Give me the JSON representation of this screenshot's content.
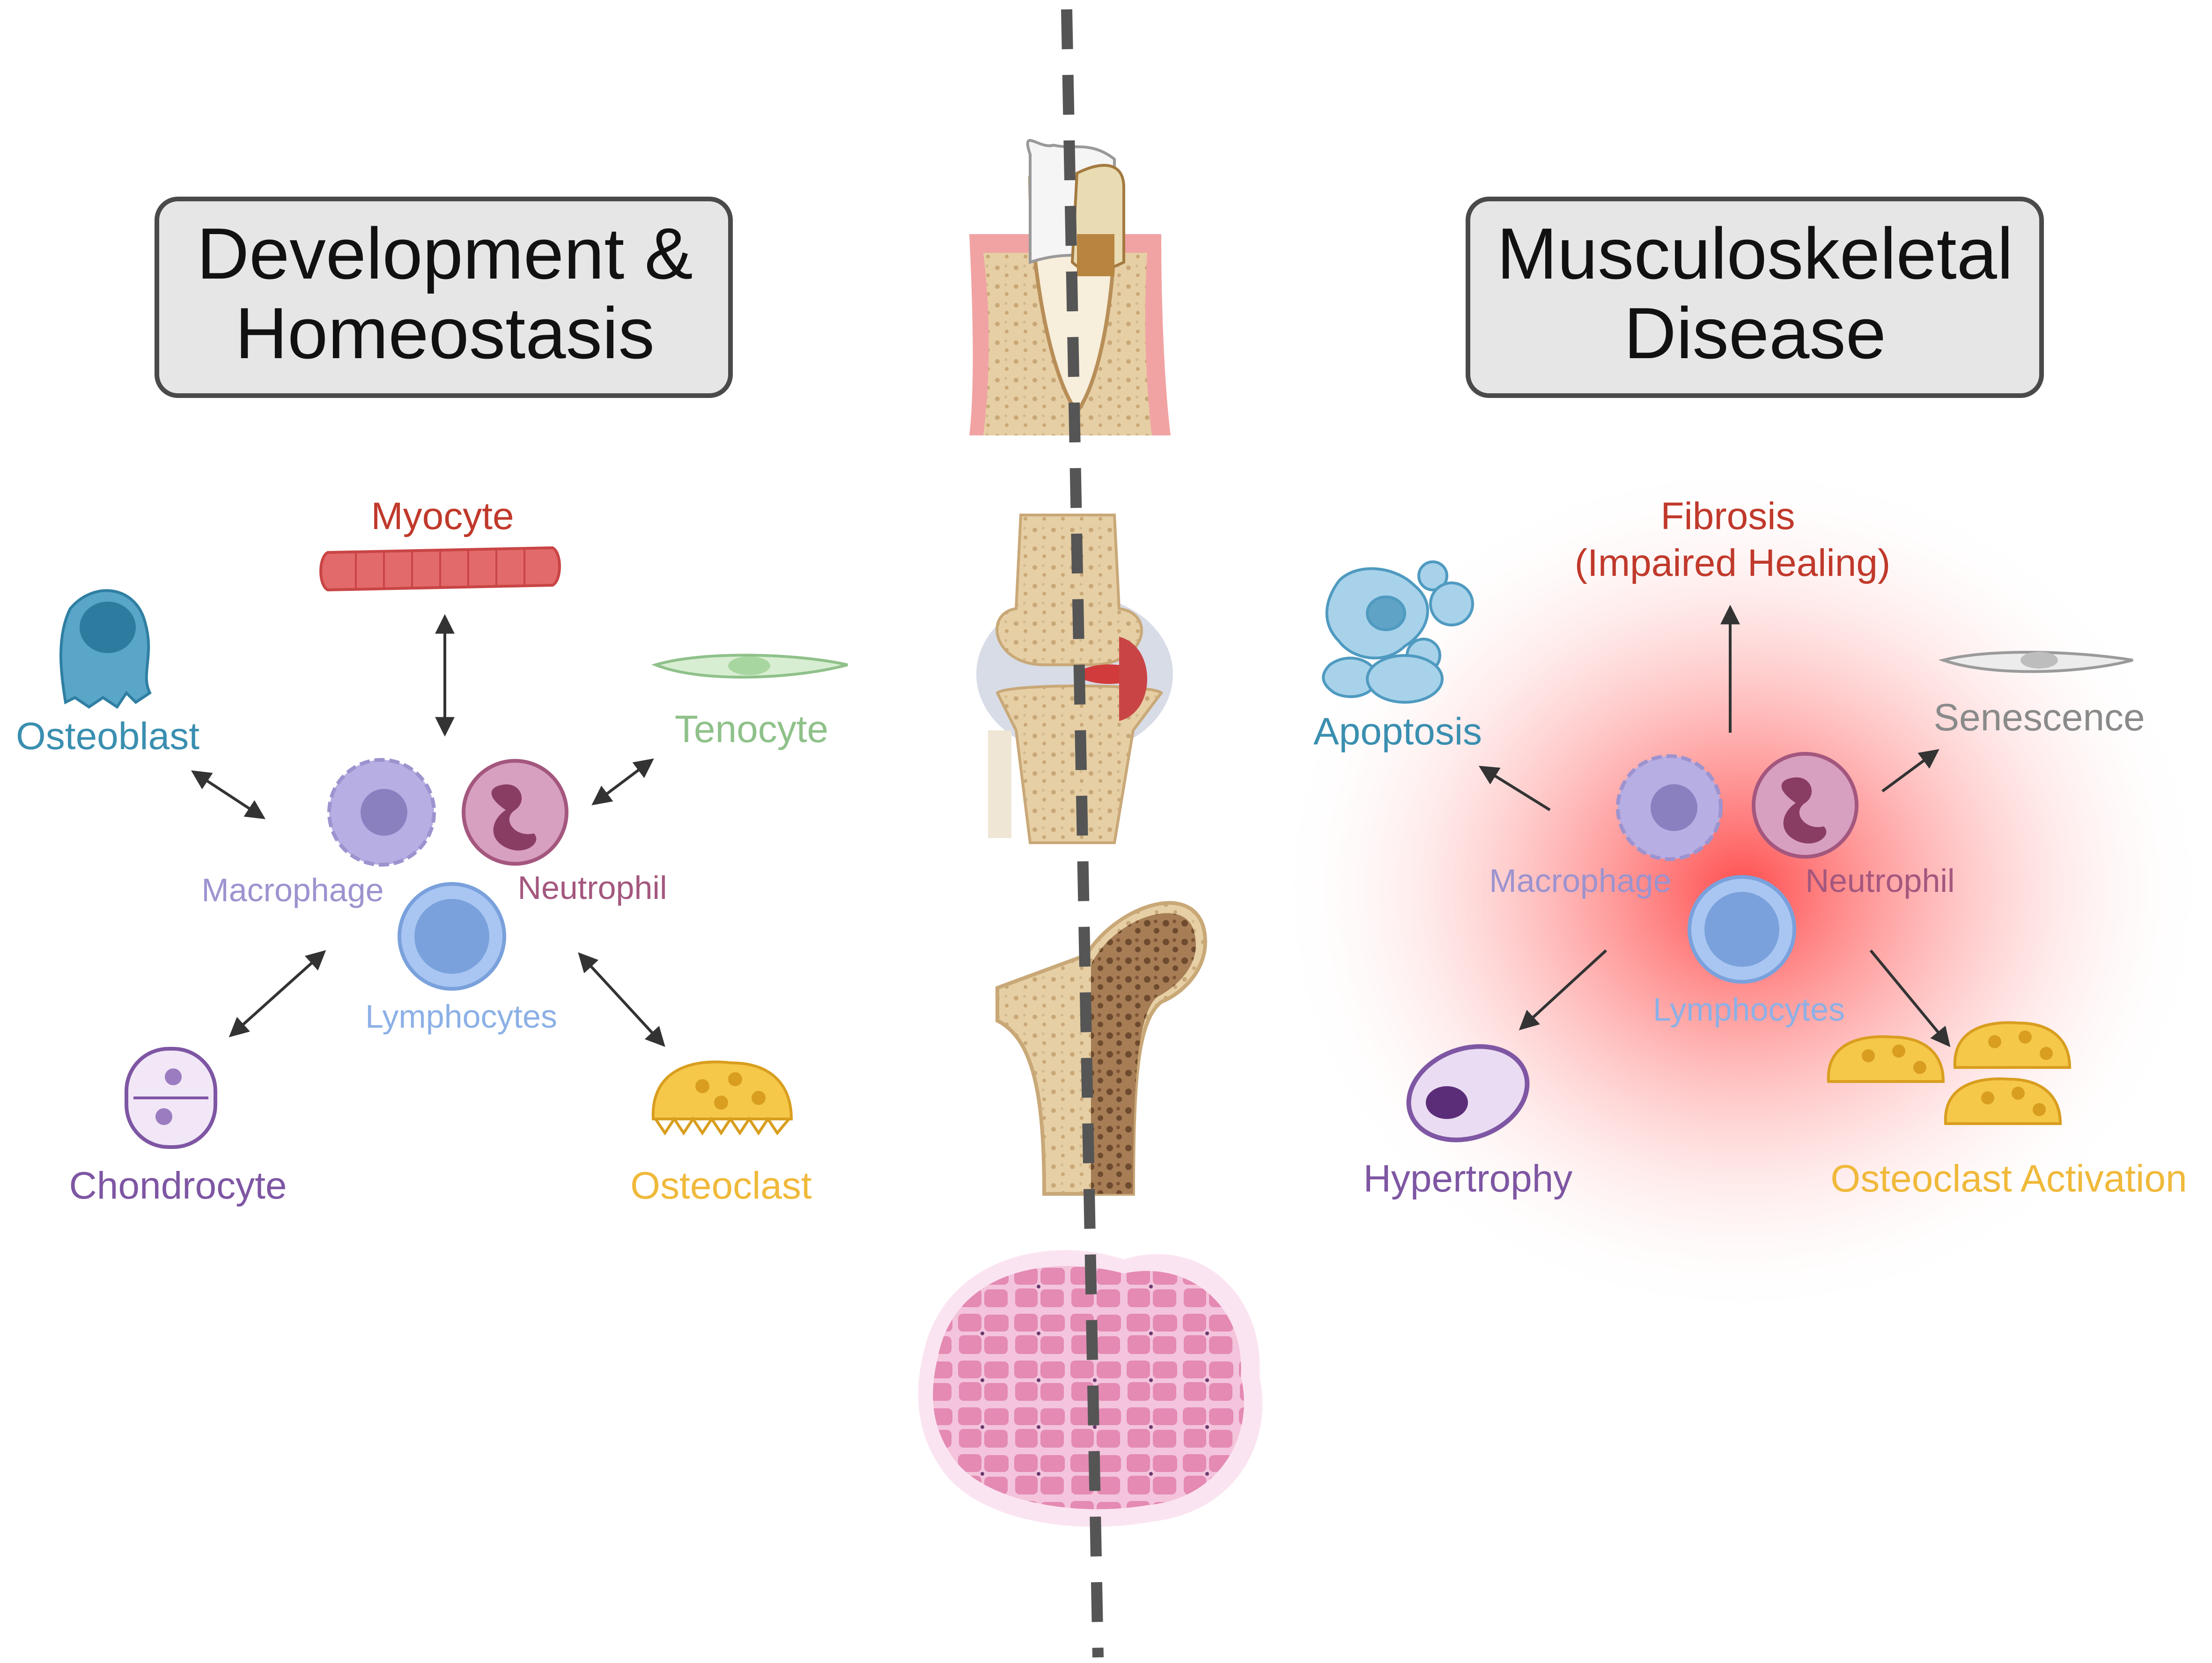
{
  "left_panel": {
    "title_line1": "Development &",
    "title_line2": "Homeostasis",
    "cells": {
      "myocyte": "Myocyte",
      "osteoblast": "Osteoblast",
      "tenocyte": "Tenocyte",
      "macrophage": "Macrophage",
      "neutrophil": "Neutrophil",
      "lymphocytes": "Lymphocytes",
      "chondrocyte": "Chondrocyte",
      "osteoclast": "Osteoclast"
    }
  },
  "right_panel": {
    "title_line1": "Musculoskeletal",
    "title_line2": "Disease",
    "outcomes": {
      "fibrosis_line1": "Fibrosis",
      "fibrosis_line2": "(Impaired Healing)",
      "apoptosis": "Apoptosis",
      "senescence": "Senescence",
      "hypertrophy": "Hypertrophy",
      "osteoclast_activation": "Osteoclast Activation"
    },
    "cells": {
      "macrophage": "Macrophage",
      "neutrophil": "Neutrophil",
      "lymphocytes": "Lymphocytes"
    }
  },
  "colors": {
    "myocyte": "#c0392b",
    "osteoblast": "#3a8fb0",
    "tenocyte": "#8fc18a",
    "macrophage": "#9c93cf",
    "neutrophil": "#a4577e",
    "lymphocytes": "#8cb0e6",
    "chondrocyte": "#7e56a3",
    "osteoclast": "#f0b93a",
    "senescence": "#8a8a8a",
    "fibrosis": "#c0392b",
    "inflammation_glow": "#ff5a5a"
  },
  "icons": [
    "tooth-icon",
    "knee-joint-icon",
    "femur-icon",
    "muscle-cross-section-icon"
  ]
}
